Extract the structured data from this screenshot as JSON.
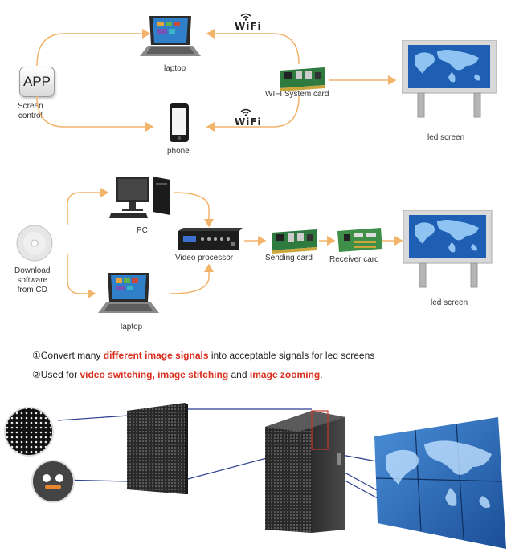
{
  "top_diagram": {
    "app_label": "APP",
    "screen_control": [
      "Screen",
      "control"
    ],
    "laptop_label": "laptop",
    "phone_label": "phone",
    "wifi_label": "WiFi",
    "system_card_label": "WIFI System card",
    "led_screen_label": "led screen"
  },
  "middle_diagram": {
    "cd_label": [
      "Download",
      "software",
      "from CD"
    ],
    "pc_label": "PC",
    "laptop_label": "laptop",
    "video_processor_label": "Video processor",
    "sending_card_label": "Sending card",
    "receiver_card_label": "Receiver card",
    "led_screen_label": "led screen"
  },
  "notes": {
    "line1": {
      "prefix": "①Convert many ",
      "highlight": "different image signals",
      "suffix": " into acceptable signals for led screens"
    },
    "line2": {
      "prefix": "②Used for ",
      "h1": "video switching,",
      "mid1": " ",
      "h2": "image stitching",
      "mid2": " and ",
      "h3": "image zooming",
      "suffix": "."
    }
  },
  "colors": {
    "arrow": "#f2b36a",
    "highlight": "#d9301f",
    "screen_blue": "#1f5fb3"
  }
}
